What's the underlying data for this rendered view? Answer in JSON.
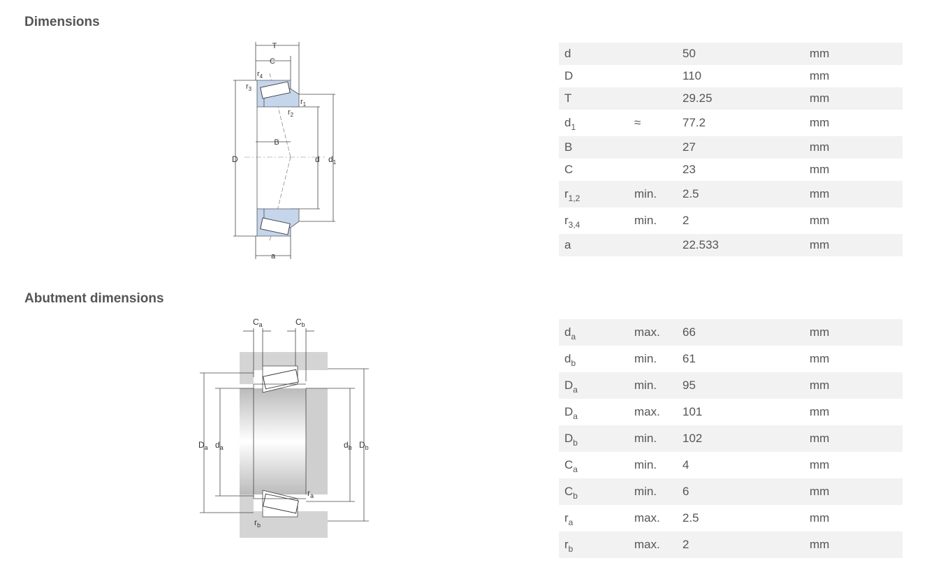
{
  "sections": {
    "dimensions_title": "Dimensions",
    "abutment_title": "Abutment dimensions"
  },
  "dimensions": [
    {
      "sym": "d",
      "sub": "",
      "qual": "",
      "val": "50",
      "unit": "mm"
    },
    {
      "sym": "D",
      "sub": "",
      "qual": "",
      "val": "110",
      "unit": "mm"
    },
    {
      "sym": "T",
      "sub": "",
      "qual": "",
      "val": "29.25",
      "unit": "mm"
    },
    {
      "sym": "d",
      "sub": "1",
      "qual": "≈",
      "val": "77.2",
      "unit": "mm"
    },
    {
      "sym": "B",
      "sub": "",
      "qual": "",
      "val": "27",
      "unit": "mm"
    },
    {
      "sym": "C",
      "sub": "",
      "qual": "",
      "val": "23",
      "unit": "mm"
    },
    {
      "sym": "r",
      "sub": "1,2",
      "qual": "min.",
      "val": "2.5",
      "unit": "mm"
    },
    {
      "sym": "r",
      "sub": "3,4",
      "qual": "min.",
      "val": "2",
      "unit": "mm"
    },
    {
      "sym": "a",
      "sub": "",
      "qual": "",
      "val": "22.533",
      "unit": "mm"
    }
  ],
  "abutment": [
    {
      "sym": "d",
      "sub": "a",
      "qual": "max.",
      "val": "66",
      "unit": "mm"
    },
    {
      "sym": "d",
      "sub": "b",
      "qual": "min.",
      "val": "61",
      "unit": "mm"
    },
    {
      "sym": "D",
      "sub": "a",
      "qual": "min.",
      "val": "95",
      "unit": "mm"
    },
    {
      "sym": "D",
      "sub": "a",
      "qual": "max.",
      "val": "101",
      "unit": "mm"
    },
    {
      "sym": "D",
      "sub": "b",
      "qual": "min.",
      "val": "102",
      "unit": "mm"
    },
    {
      "sym": "C",
      "sub": "a",
      "qual": "min.",
      "val": "4",
      "unit": "mm"
    },
    {
      "sym": "C",
      "sub": "b",
      "qual": "min.",
      "val": "6",
      "unit": "mm"
    },
    {
      "sym": "r",
      "sub": "a",
      "qual": "max.",
      "val": "2.5",
      "unit": "mm"
    },
    {
      "sym": "r",
      "sub": "b",
      "qual": "max.",
      "val": "2",
      "unit": "mm"
    }
  ],
  "diagram1_labels": {
    "T": "T",
    "C": "C",
    "r4": "r",
    "r4_sub": "4",
    "r3": "r",
    "r3_sub": "3",
    "r1": "r",
    "r1_sub": "1",
    "r2": "r",
    "r2_sub": "2",
    "B": "B",
    "D": "D",
    "d": "d",
    "d1": "d",
    "d1_sub": "1",
    "a": "a"
  },
  "diagram2_labels": {
    "Ca": "C",
    "Ca_sub": "a",
    "Cb": "C",
    "Cb_sub": "b",
    "Da": "D",
    "Da_sub": "a",
    "da": "d",
    "da_sub": "a",
    "db": "d",
    "db_sub": "b",
    "Db": "D",
    "Db_sub": "b",
    "ra": "r",
    "ra_sub": "a",
    "rb": "r",
    "rb_sub": "b"
  },
  "colors": {
    "ring_fill": "#c5d5ec",
    "housing_fill": "#d4d4d4",
    "row_alt": "#f2f2f2",
    "text": "#555555"
  }
}
